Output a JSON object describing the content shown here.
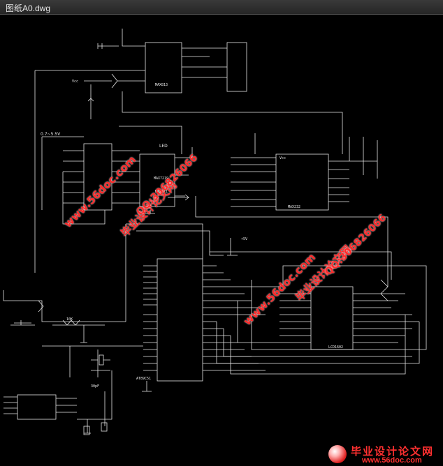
{
  "window": {
    "title": "图纸A0.dwg"
  },
  "watermarks": {
    "site_url": "www.56doc.com",
    "site_name": "毕业设计论文网",
    "qq": "QQ:306826066"
  },
  "logo": {
    "name": "毕业设计论文网",
    "url": "www.56doc.com"
  },
  "labels": {
    "u1": "AT89C51",
    "u2": "MAX232",
    "u3": "MAX7219",
    "u4": "LCD1602",
    "u5": "MAX813",
    "u6": "MAX471",
    "v_range": "0.7~5.5V",
    "vcc": "Vcc",
    "vplus": "+5V",
    "ref": "LED",
    "res10k": "10K",
    "c30p": "30pF"
  }
}
